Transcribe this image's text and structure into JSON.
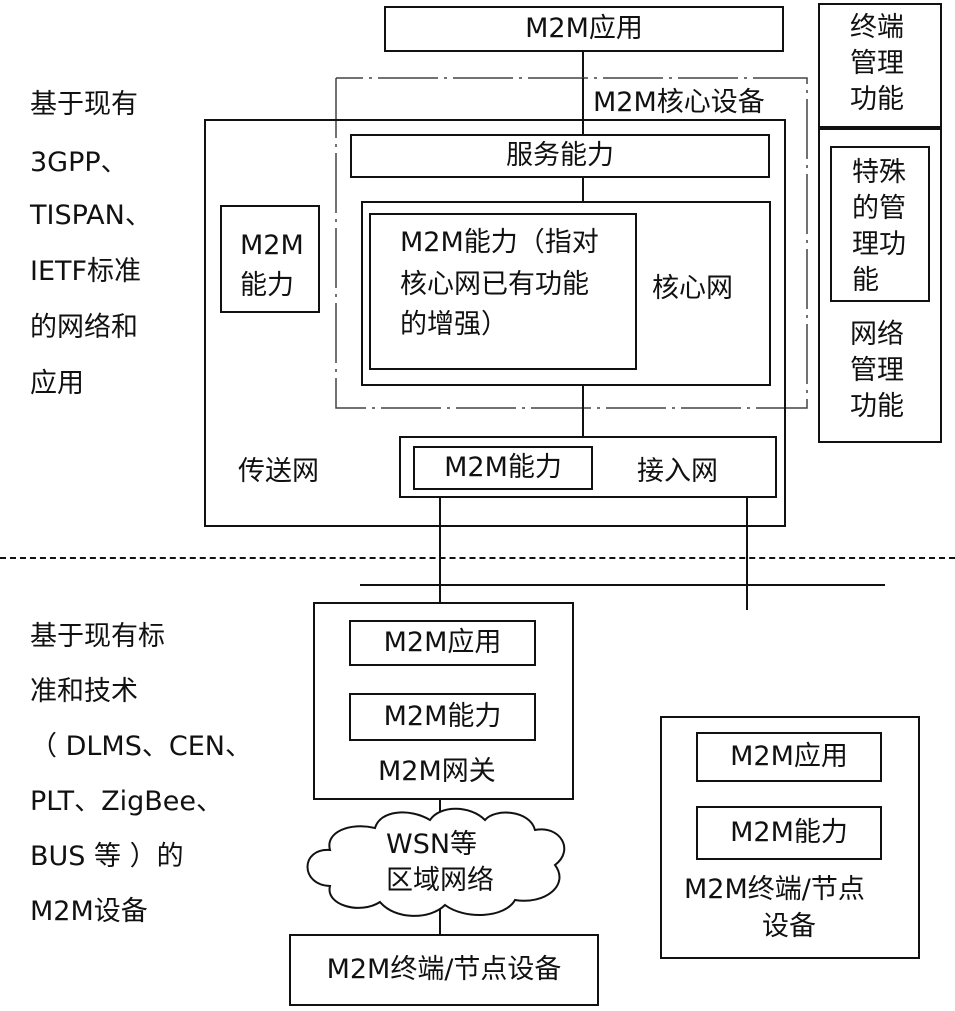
{
  "top_app": "M2M应用",
  "core_device": "M2M核心设备",
  "left_top_text": [
    "基于现有",
    "3GPP、",
    "TISPAN、",
    "IETF标准",
    "的网络和",
    "应用"
  ],
  "left_bottom_text": [
    "基于现有标",
    "准和技术",
    "（ DLMS、CEN、",
    "PLT、ZigBee、",
    "BUS 等 ）的",
    "M2M设备"
  ],
  "transport_net": "传送网",
  "m2m_capability_left": [
    "M2M",
    "能力"
  ],
  "service_capability": "服务能力",
  "core_m2m_capability": [
    "M2M能力（指对",
    "核心网已有功能",
    "的增强）"
  ],
  "core_net": "核心网",
  "access_m2m_capability": "M2M能力",
  "access_net": "接入网",
  "terminal_mgmt": [
    "终端",
    "管理",
    "功能"
  ],
  "special_mgmt": [
    "特殊",
    "的管",
    "理功",
    "能"
  ],
  "network_mgmt": [
    "网络",
    "管理",
    "功能"
  ],
  "gateway": {
    "app": "M2M应用",
    "capability": "M2M能力",
    "title": "M2M网关"
  },
  "wsn_cloud": [
    "WSN等",
    "区域网络"
  ],
  "bottom_terminal": "M2M终端/节点设备",
  "right_terminal": {
    "app": "M2M应用",
    "capability": "M2M能力",
    "title": [
      "M2M终端/节点",
      "设备"
    ]
  }
}
